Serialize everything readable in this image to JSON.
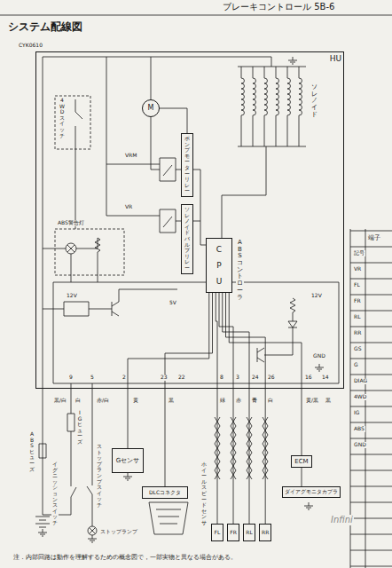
{
  "diagram": {
    "title": "システム配線図",
    "nodes": [
      {
        "text": [
          "HU"
        ]
      },
      {
        "text": [
          "ポンプモーターリレー"
        ],
        "in": 0
      },
      {
        "text": [
          "ソレノイドバルブリレー"
        ],
        "in": 0
      },
      {
        "text": [
          "CPU"
        ],
        "in": 0
      },
      {
        "text": [
          "M"
        ],
        "in": 0
      },
      {
        "text": [
          "Gセンサ"
        ]
      },
      {
        "text": [
          "DLCコネクタ"
        ]
      },
      {
        "text": [
          "ECM"
        ]
      },
      {
        "text": [
          "ダイアグモニタカプラ"
        ]
      },
      {
        "text": [
          "FL"
        ]
      },
      {
        "text": [
          "FR"
        ]
      },
      {
        "text": [
          "RL"
        ]
      },
      {
        "text": [
          "RR"
        ]
      }
    ],
    "edges": [
      {
        "from": 1,
        "to": 4,
        "arrow": "none"
      },
      {
        "from": 5,
        "to": 3,
        "arrow": "none"
      },
      {
        "from": 6,
        "to": 3,
        "arrow": "none"
      },
      {
        "from": 9,
        "to": 3,
        "arrow": "none"
      },
      {
        "from": 10,
        "to": 3,
        "arrow": "none"
      },
      {
        "from": 11,
        "to": 3,
        "arrow": "none"
      },
      {
        "from": 12,
        "to": 3,
        "arrow": "none"
      },
      {
        "from": 7,
        "to": 3,
        "arrow": "none"
      },
      {
        "from": 7,
        "to": 8,
        "arrow": "none"
      }
    ],
    "labels": [
      "ブレーキコントロール 5B-6",
      "CYK0610",
      "ソレノイド",
      "ABSコントローラ",
      "4WDスイッチ",
      "ABS警告灯",
      "VRM",
      "VR",
      "12V",
      "5V",
      "12V",
      "GND",
      "9",
      "5",
      "2",
      "23",
      "22",
      "8",
      "3",
      "24",
      "26",
      "16",
      "14",
      "黒/白",
      "白",
      "赤/白",
      "黄",
      "黒",
      "緑",
      "赤",
      "青",
      "白",
      "黄/黒",
      "黒",
      "ホイールスピードセンサ",
      "ABSヒューズ",
      "IGヒューズ",
      "イグニッションスイッチ",
      "ストップランプスイッチ",
      "ストップランプ",
      "注．内部回路は動作を理解するための概念図で，一部実物と異なる場合がある。",
      "Infini",
      "端子",
      "記号",
      "VR",
      "FL",
      "FR",
      "RL",
      "RR",
      "GS",
      "G",
      "DIAG",
      "4WD",
      "IG",
      "ABS",
      "GND"
    ]
  }
}
